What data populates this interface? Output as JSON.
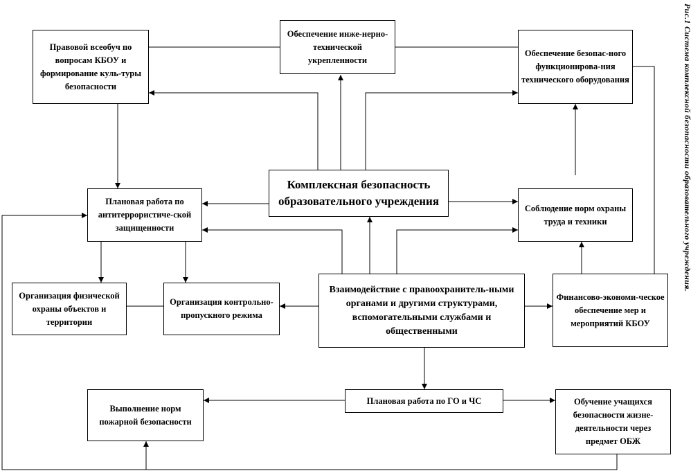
{
  "boxes": {
    "legal": "Правовой всеобуч по вопросам КБОУ и формирование куль-туры безопасности",
    "engineering": "Обеспечение инже-нерно-технической укрепленности",
    "equipment": "Обеспечение безопас-ного функционирова-ния технического оборудования",
    "center": "Комплексная безопасность образовательного учреждения",
    "antiterror": "Плановая работа по антитеррористиче-ской защищенности",
    "labor": "Соблюдение норм охраны труда и техники",
    "physical": "Организация физической охраны объектов и территории",
    "access": "Организация контрольно-пропускного режима",
    "interaction": "Взаимодействие с правоохранитель-ными органами и другими структурами, вспомогательными службами и общественными",
    "finance": "Финансово-экономи-ческое обеспечение мер и мероприятий КБОУ",
    "fire": "Выполнение норм пожарной безопасности",
    "go_chs": "Плановая работа по ГО и ЧС",
    "training": "Обучение учащихся безопасности жизне-деятельности через предмет ОБЖ"
  },
  "caption": "Рис.1 Система комплексной безопасности образовательного учреждения."
}
